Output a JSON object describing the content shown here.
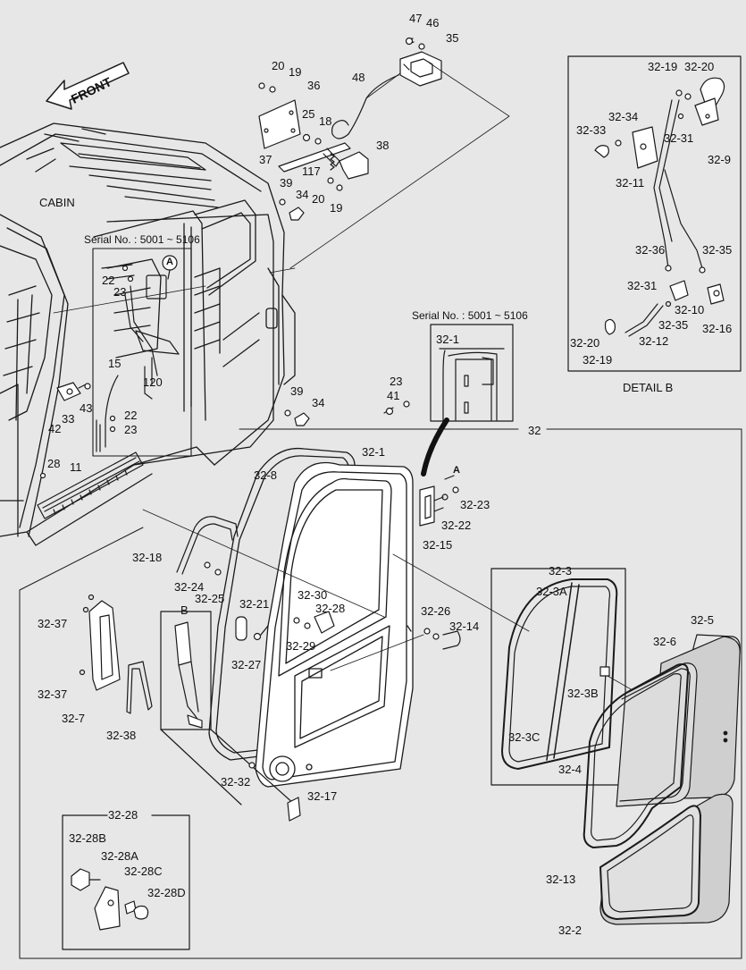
{
  "labels": {
    "front": "FRONT",
    "cabin": "CABIN",
    "serial_1": "Serial No. : 5001 ~ 5106",
    "serial_2": "Serial No. : 5001 ~ 5106",
    "detail_b": "DETAIL  B",
    "marker_a1": "A",
    "marker_a2": "A",
    "marker_b": "B",
    "n47": "47",
    "n46": "46",
    "n35": "35",
    "n48": "48",
    "n20a": "20",
    "n19a": "19",
    "n36": "36",
    "n25": "25",
    "n18": "18",
    "n37": "37",
    "n117": "117",
    "n38": "38",
    "n39a": "39",
    "n34a": "34",
    "n20b": "20",
    "n19b": "19",
    "n22a": "22",
    "n23a": "23",
    "n15": "15",
    "n120": "120",
    "n22b": "22",
    "n23b": "23",
    "n42": "42",
    "n33": "33",
    "n43": "43",
    "n28": "28",
    "n11": "11",
    "n39b": "39",
    "n34b": "34",
    "n41": "41",
    "n23c": "23",
    "n32": "32",
    "p32_1a": "32-1",
    "p32_1b": "32-1",
    "p32_8": "32-8",
    "p32_23": "32-23",
    "p32_22": "32-22",
    "p32_15": "32-15",
    "p32_18": "32-18",
    "p32_24": "32-24",
    "p32_25": "32-25",
    "p32_37a": "32-37",
    "p32_37b": "32-37",
    "p32_7": "32-7",
    "p32_38": "32-38",
    "p32_21": "32-21",
    "p32_27": "32-27",
    "p32_30": "32-30",
    "p32_28": "32-28",
    "p32_29": "32-29",
    "p32_26": "32-26",
    "p32_14": "32-14",
    "p32_32": "32-32",
    "p32_17": "32-17",
    "p32_3": "32-3",
    "p32_3A": "32-3A",
    "p32_3B": "32-3B",
    "p32_3C": "32-3C",
    "p32_5": "32-5",
    "p32_6": "32-6",
    "p32_4": "32-4",
    "p32_13": "32-13",
    "p32_2": "32-2",
    "p32_28box": "32-28",
    "p32_28B": "32-28B",
    "p32_28A": "32-28A",
    "p32_28C": "32-28C",
    "p32_28D": "32-28D",
    "d32_19a": "32-19",
    "d32_20a": "32-20",
    "d32_34": "32-34",
    "d32_33": "32-33",
    "d32_31a": "32-31",
    "d32_9": "32-9",
    "d32_11": "32-11",
    "d32_36": "32-36",
    "d32_35a": "32-35",
    "d32_31b": "32-31",
    "d32_10": "32-10",
    "d32_35b": "32-35",
    "d32_16": "32-16",
    "d32_20b": "32-20",
    "d32_12": "32-12",
    "d32_19b": "32-19"
  },
  "colors": {
    "background": "#e7e7e7",
    "line": "#1a1a1a",
    "glass": "#cfcfcf"
  }
}
